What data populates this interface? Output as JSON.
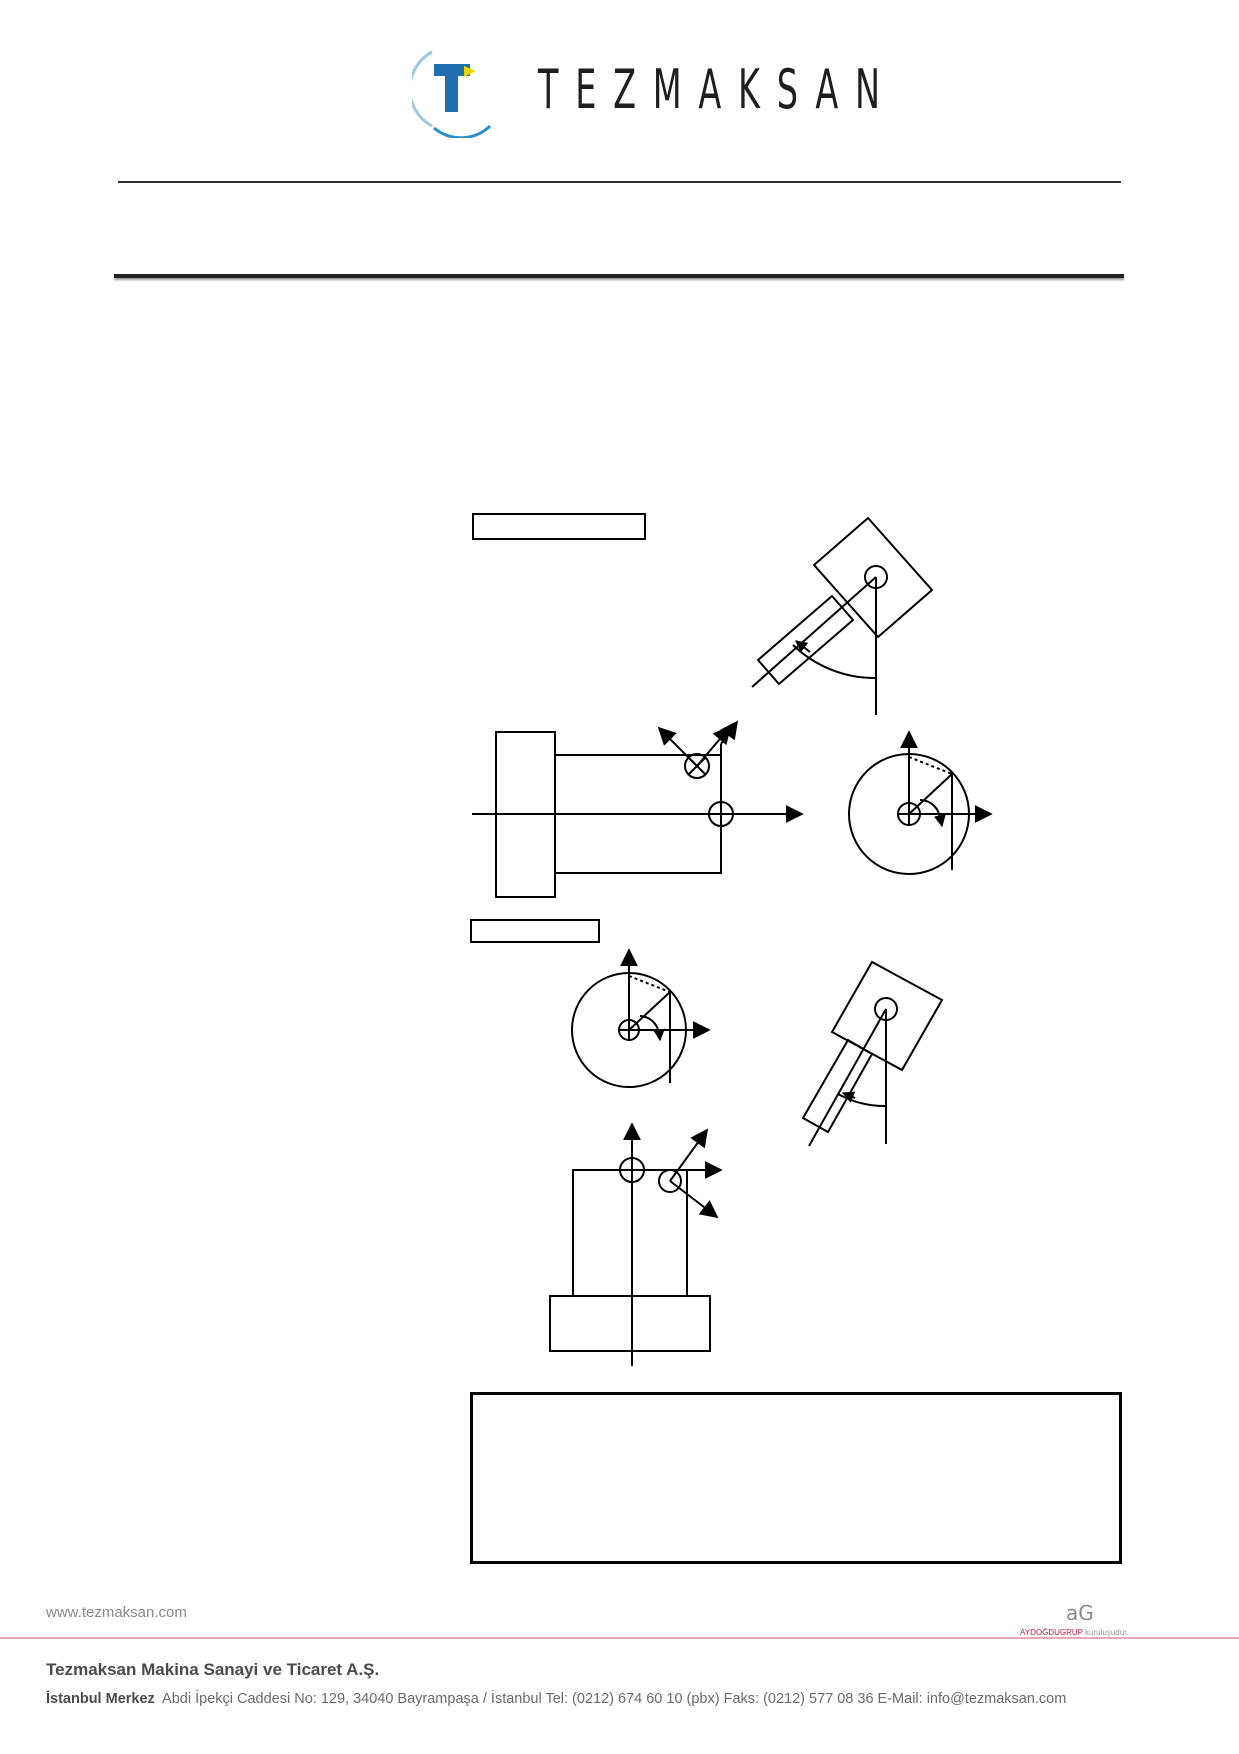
{
  "header": {
    "brand": "TEZMAKSAN",
    "logo_icon": "tezmaksan-t-logo",
    "colors": {
      "logo_blue": "#1f77b4",
      "logo_yellow": "#e8d600",
      "logo_arc": "#6bb6d8"
    }
  },
  "figure": {
    "label_box_1": "",
    "label_box_2": ""
  },
  "note_box": {
    "text": ""
  },
  "footer": {
    "url": "www.tezmaksan.com",
    "group_logo": "aG",
    "group_brand": "AYDOĞDUGRUP",
    "group_suffix": " kuruluşudur.",
    "company": "Tezmaksan Makina Sanayi ve Ticaret A.Ş.",
    "hq_label": "İstanbul Merkez",
    "address": "Abdi İpekçi Caddesi No: 129, 34040  Bayrampaşa / İstanbul  Tel: (0212) 674 60 10 (pbx)  Faks: (0212) 577 08 36  E-Mail: info@tezmaksan.com",
    "accent": "#e3a9b6"
  }
}
